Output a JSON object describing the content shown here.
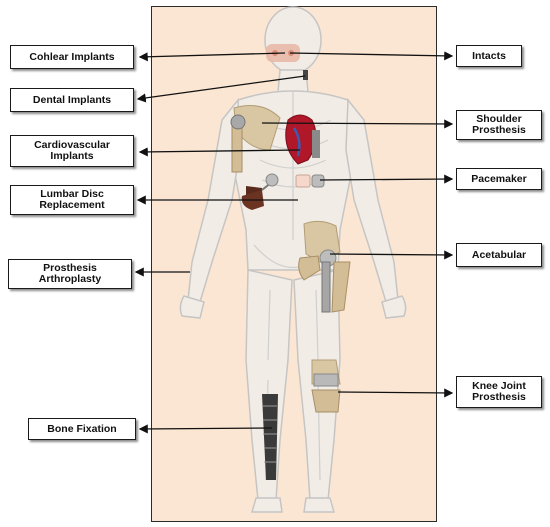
{
  "labels": {
    "cohlear": "Cohlear Implants",
    "dental": "Dental Implants",
    "cardio": "Cardiovascular\nImplants",
    "lumbar": "Lumbar Disc\nReplacement",
    "prosthesis": "Prosthesis\nArthroplasty",
    "bone": "Bone Fixation",
    "intacts": "Intacts",
    "shoulder": "Shoulder\nProsthesis",
    "pacemaker": "Pacemaker",
    "acetabular": "Acetabular",
    "knee": "Knee Joint\nProsthesis"
  },
  "colors": {
    "panel": "#fbe6d3",
    "body_outline": "#c9c9c9",
    "bone": "#d9c6a3",
    "metal": "#9a9a9a",
    "heart": "#b0182a",
    "fixation": "#3a3a3a",
    "disc": "#5a2a1c"
  }
}
